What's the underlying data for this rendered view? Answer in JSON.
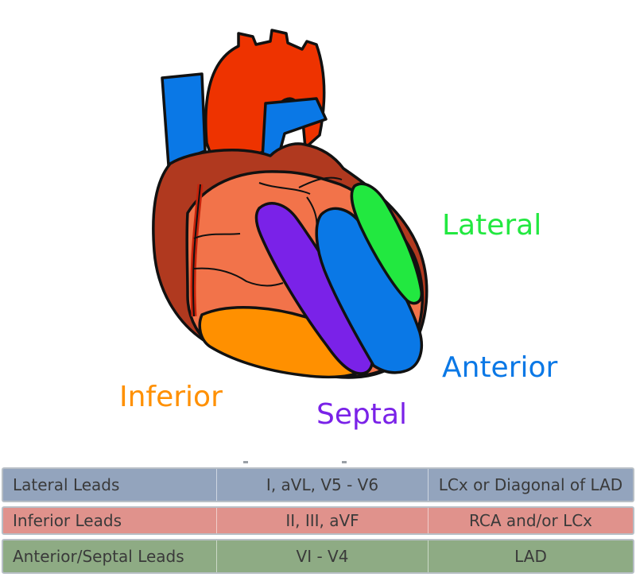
{
  "colors": {
    "outline": "#111111",
    "vein_blue": "#0a78e6",
    "aorta_red": "#ee3300",
    "atrium_brown": "#b0391f",
    "ventricle_salmon": "#f2734a",
    "vessel_line": "#c6220b",
    "lateral": "#22e840",
    "anterior": "#0a78e6",
    "septal": "#7a22e8",
    "inferior": "#ff9000",
    "row_lateral": "#93a4bd",
    "row_inferior": "#e0928c",
    "row_anterior": "#8eab84"
  },
  "labels": {
    "lateral": "Lateral",
    "anterior": "Anterior",
    "inferior": "Inferior",
    "septal": "Septal"
  },
  "table": {
    "rows": [
      {
        "leads": "Lateral Leads",
        "ecg": "I, aVL, V5 - V6",
        "artery": "LCx or Diagonal of LAD"
      },
      {
        "leads": "Inferior Leads",
        "ecg": "II, III, aVF",
        "artery": "RCA and/or LCx"
      },
      {
        "leads": "Anterior/Septal Leads",
        "ecg": "VI - V4",
        "artery": "LAD"
      }
    ]
  }
}
